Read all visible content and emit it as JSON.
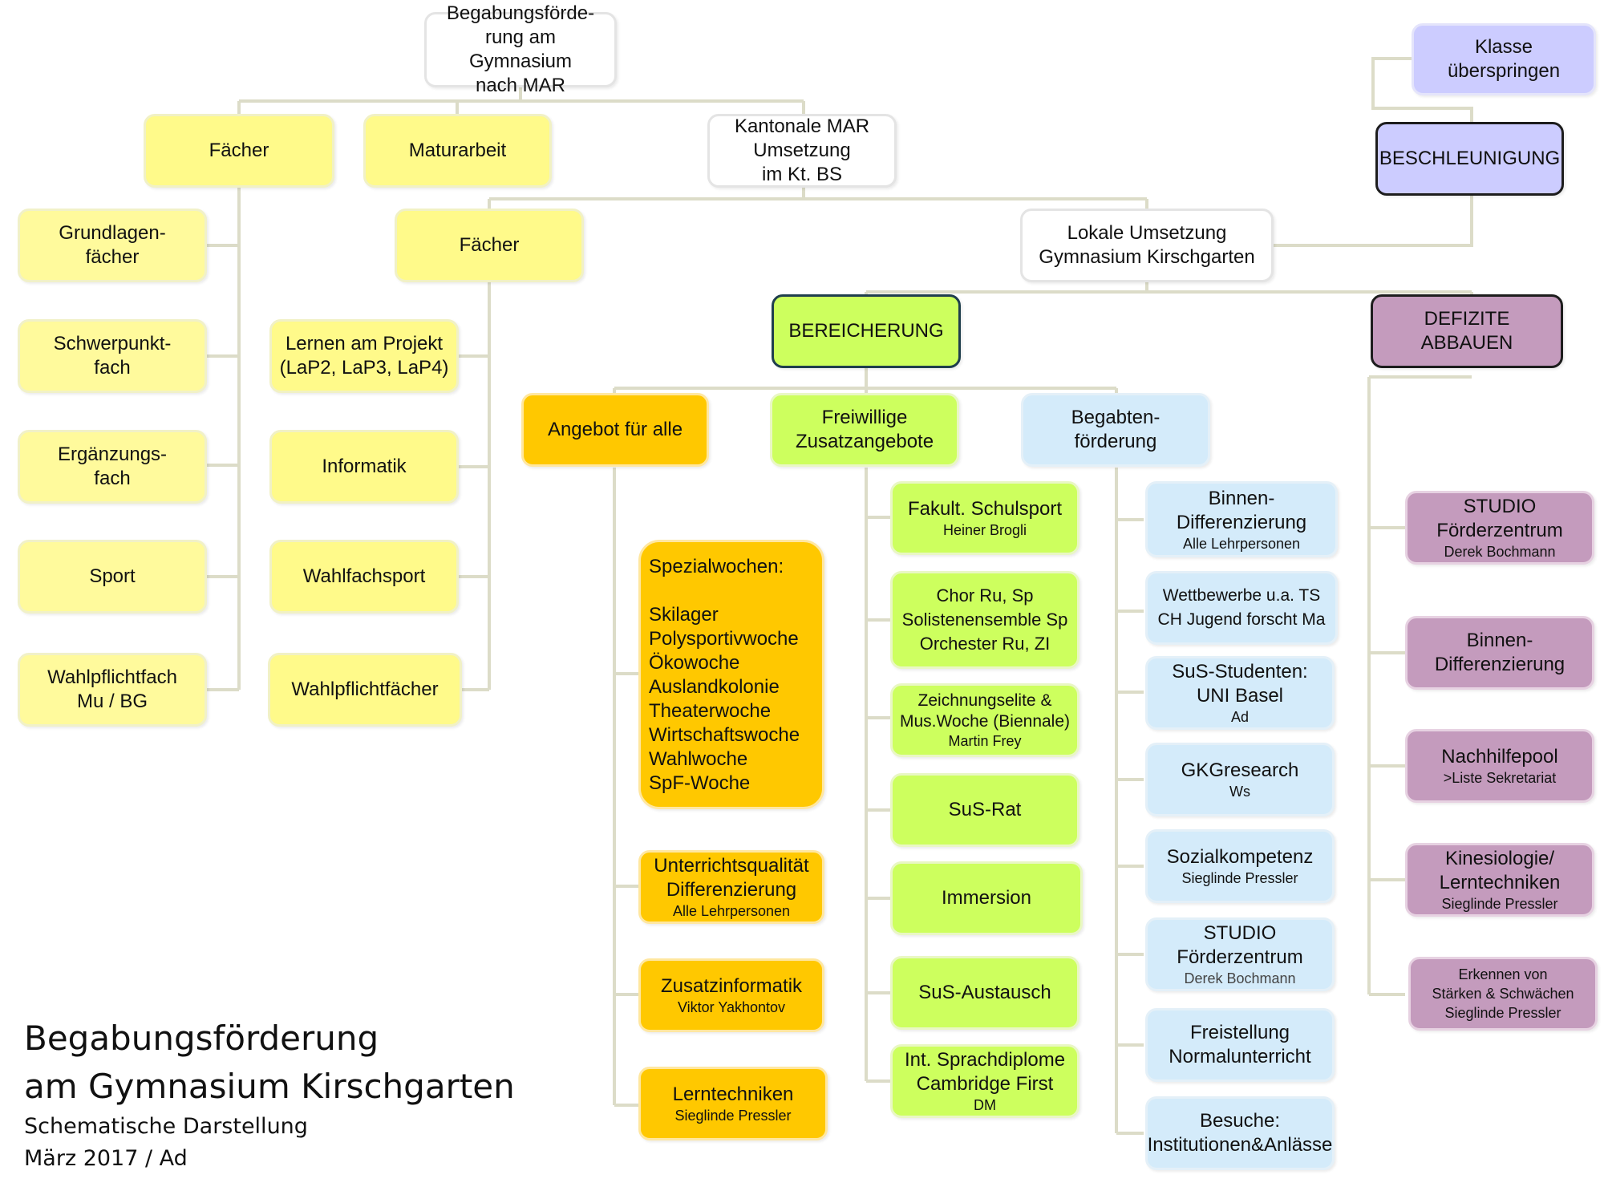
{
  "diagram": {
    "nodes": {
      "root": "Begabungsförde-\nrung am Gymnasium\nnach MAR",
      "faecher_top": "Fächer",
      "maturarbeit": "Maturarbeit",
      "kantonal": "Kantonale MAR\nUmsetzung\nim Kt. BS",
      "klasse": "Klasse\nüberspringen",
      "beschleunigung": "BESCHLEUNIGUNG",
      "grundlagen": "Grundlagen-\nfächer",
      "schwerpunkt": "Schwerpunkt-\nfach",
      "ergaenzung": "Ergänzungs-\nfach",
      "sport": "Sport",
      "wahlpflichtfach": "Wahlpflichtfach\nMu / BG",
      "faecher_mid": "Fächer",
      "lernen_projekt": "Lernen am Projekt\n(LaP2, LaP3, LaP4)",
      "informatik": "Informatik",
      "wahlfachsport": "Wahlfachsport",
      "wahlpflichtfaecher": "Wahlpflichtfächer",
      "lokal": "Lokale Umsetzung\nGymnasium Kirschgarten",
      "bereicherung": "BEREICHERUNG",
      "defizite": "DEFIZITE ABBAUEN",
      "angebot": "Angebot für alle",
      "freiwillige": "Freiwillige\nZusatzangebote",
      "begabten": "Begabten-\nförderung",
      "spezialwochen": "Spezialwochen:\n\nSkilager\nPolysportivwoche\nÖkowoche\nAuslandkolonie\nTheaterwoche\nWirtschaftswoche\nWahlwoche\nSpF-Woche",
      "unterricht": {
        "title": "Unterrichtsqualität\nDifferenzierung",
        "sub": "Alle Lehrpersonen"
      },
      "zusatzinformatik": {
        "title": "Zusatzinformatik",
        "sub": "Viktor Yakhontov"
      },
      "lerntechniken": {
        "title": "Lerntechniken",
        "sub": "Sieglinde Pressler"
      },
      "schulsport": {
        "title": "Fakult. Schulsport",
        "sub": "Heiner Brogli"
      },
      "chor": "Chor Ru, Sp\nSolistenensemble Sp\nOrchester Ru, ZI",
      "zeichnung": {
        "title": "Zeichnungselite &\nMus.Woche (Biennale)",
        "sub": "Martin Frey"
      },
      "susrat": "SuS-Rat",
      "immersion": "Immersion",
      "susaustausch": "SuS-Austausch",
      "sprachdiplome": {
        "title": "Int. Sprachdiplome\nCambridge First",
        "sub": "DM"
      },
      "binnen_b": {
        "title": "Binnen-\nDifferenzierung",
        "sub": "Alle Lehrpersonen"
      },
      "wettbewerbe": "Wettbewerbe u.a. TS\nCH Jugend forscht Ma",
      "sus_studenten": {
        "title": "SuS-Studenten:\nUNI Basel",
        "sub": "Ad"
      },
      "gkg": {
        "title": "GKGresearch",
        "sub": "Ws"
      },
      "sozial": {
        "title": "Sozialkompetenz",
        "sub": "Sieglinde Pressler"
      },
      "studio_b": {
        "title": "STUDIO\nFörderzentrum",
        "sub": "Derek Bochmann"
      },
      "freistellung": "Freistellung\nNormalunterricht",
      "besuche": "Besuche:\nInstitutionen&Anlässe",
      "studio_d": {
        "title": "STUDIO\nFörderzentrum",
        "sub": "Derek Bochmann"
      },
      "binnen_d": "Binnen-\nDifferenzierung",
      "nachhilfe": {
        "title": "Nachhilfepool",
        "sub": ">Liste Sekretariat"
      },
      "kinesiologie": {
        "title": "Kinesiologie/\nLerntechniken",
        "sub": "Sieglinde Pressler"
      },
      "erkennen": "Erkennen von\nStärken & Schwächen\nSieglinde Pressler"
    }
  },
  "caption": {
    "line1": "Begabungsförderung",
    "line2": "am Gymnasium Kirschgarten",
    "line3": "Schematische Darstellung",
    "line4": "März 2017 / Ad"
  },
  "colors": {
    "connector": "#dcdcc8",
    "yellow": "#fffa8a",
    "orange": "#ffc800",
    "green": "#cdff5e",
    "blue": "#d4ebfa",
    "purple": "#c49bbd",
    "violet": "#ccccff"
  }
}
